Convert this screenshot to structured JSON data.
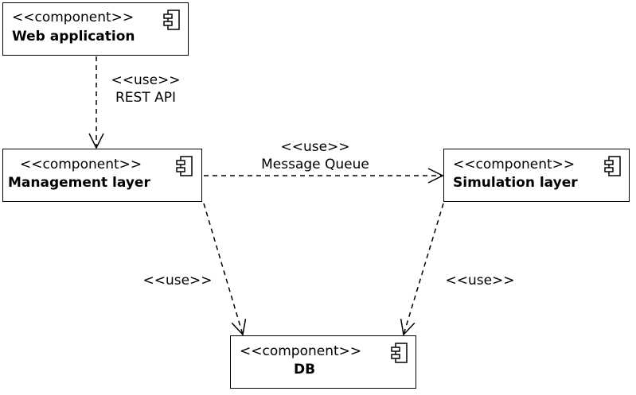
{
  "components": [
    {
      "id": "web",
      "stereotype": "<<component>>",
      "name": "Web application",
      "icon": "component-icon"
    },
    {
      "id": "mgmt",
      "stereotype": "<<component>>",
      "name": "Management layer",
      "icon": "component-icon"
    },
    {
      "id": "sim",
      "stereotype": "<<component>>",
      "name": "Simulation layer",
      "icon": "component-icon"
    },
    {
      "id": "db",
      "stereotype": "<<component>>",
      "name": "DB",
      "icon": "component-icon"
    }
  ],
  "edges": [
    {
      "from": "web",
      "to": "mgmt",
      "stereotype": "<<use>>",
      "label": "REST API"
    },
    {
      "from": "mgmt",
      "to": "sim",
      "stereotype": "<<use>>",
      "label": "Message Queue"
    },
    {
      "from": "mgmt",
      "to": "db",
      "stereotype": "<<use>>",
      "label": ""
    },
    {
      "from": "sim",
      "to": "db",
      "stereotype": "<<use>>",
      "label": ""
    }
  ]
}
